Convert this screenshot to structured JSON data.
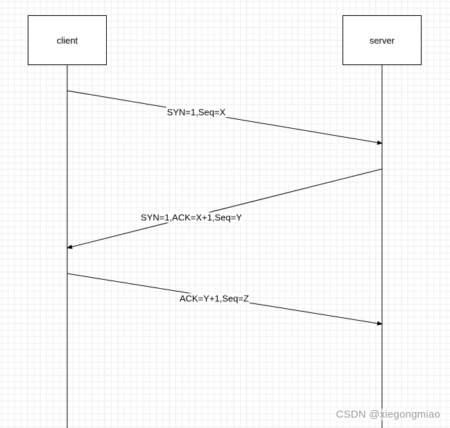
{
  "participants": {
    "client": "client",
    "server": "server"
  },
  "messages": [
    {
      "label": "SYN=1,Seq=X",
      "from": "client",
      "to": "server"
    },
    {
      "label": "SYN=1,ACK=X+1,Seq=Y",
      "from": "server",
      "to": "client"
    },
    {
      "label": "ACK=Y+1,Seq=Z",
      "from": "client",
      "to": "server"
    }
  ],
  "watermark": "CSDN @xiegongmiao",
  "colors": {
    "line": "#000000",
    "grid": "#e3e3e3",
    "watermark": "#9a9a9a"
  }
}
